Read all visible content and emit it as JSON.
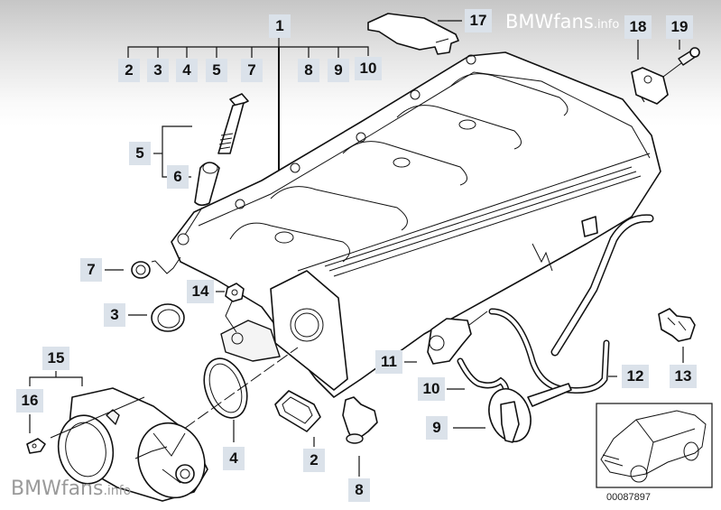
{
  "diagram": {
    "title": "Intake manifold system parts diagram",
    "catalog_number": "00087897",
    "watermark": {
      "brand": "BMWfans",
      "suffix": ".info"
    },
    "group_labels": {
      "top": {
        "label": "1",
        "children": [
          "2",
          "3",
          "4",
          "5",
          "7",
          "8",
          "9",
          "10"
        ]
      },
      "left_bolt": {
        "label": "5",
        "children": [
          "6"
        ]
      },
      "throttle": {
        "label": "15",
        "children": [
          "16"
        ]
      }
    },
    "callouts": [
      {
        "id": "c1",
        "label": "1",
        "part": "intake-manifold"
      },
      {
        "id": "c2a",
        "label": "2",
        "part": "gasket-top"
      },
      {
        "id": "c3a",
        "label": "3",
        "part": "ring-top"
      },
      {
        "id": "c4a",
        "label": "4",
        "part": "seal-top"
      },
      {
        "id": "c5a",
        "label": "5",
        "part": "bolt-top"
      },
      {
        "id": "c7a",
        "label": "7",
        "part": "cap-top"
      },
      {
        "id": "c8a",
        "label": "8",
        "part": "connector-top"
      },
      {
        "id": "c9a",
        "label": "9",
        "part": "actuator-top"
      },
      {
        "id": "c10a",
        "label": "10",
        "part": "hose-top"
      },
      {
        "id": "c17",
        "label": "17",
        "part": "cover"
      },
      {
        "id": "c18",
        "label": "18",
        "part": "bracket"
      },
      {
        "id": "c19",
        "label": "19",
        "part": "screw"
      },
      {
        "id": "c5b",
        "label": "5",
        "part": "bolt"
      },
      {
        "id": "c6",
        "label": "6",
        "part": "sleeve"
      },
      {
        "id": "c7b",
        "label": "7",
        "part": "cap"
      },
      {
        "id": "c14",
        "label": "14",
        "part": "nut"
      },
      {
        "id": "c3b",
        "label": "3",
        "part": "ring"
      },
      {
        "id": "c15",
        "label": "15",
        "part": "throttle-housing"
      },
      {
        "id": "c16",
        "label": "16",
        "part": "cap-screw"
      },
      {
        "id": "c4b",
        "label": "4",
        "part": "seal-ring"
      },
      {
        "id": "c2b",
        "label": "2",
        "part": "gasket"
      },
      {
        "id": "c8b",
        "label": "8",
        "part": "connector"
      },
      {
        "id": "c11",
        "label": "11",
        "part": "valve"
      },
      {
        "id": "c10b",
        "label": "10",
        "part": "hose"
      },
      {
        "id": "c9b",
        "label": "9",
        "part": "actuator"
      },
      {
        "id": "c12",
        "label": "12",
        "part": "vacuum-line"
      },
      {
        "id": "c13",
        "label": "13",
        "part": "clip"
      }
    ]
  }
}
